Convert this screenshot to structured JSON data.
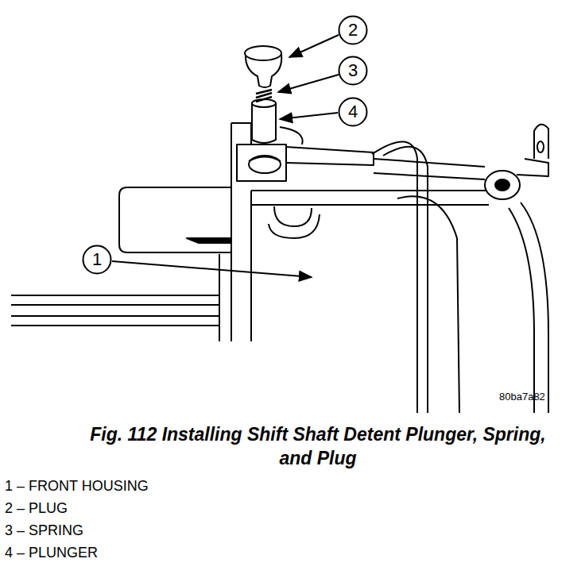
{
  "diagram": {
    "caption": "Fig. 112 Installing Shift Shaft Detent Plunger, Spring, and Plug",
    "nodes": [
      {
        "text": [
          "2"
        ]
      },
      {
        "text": [
          "3"
        ]
      },
      {
        "text": [
          "4"
        ]
      },
      {
        "text": [
          "1"
        ]
      }
    ],
    "labels": [
      "80ba7a82",
      "1 – FRONT HOUSING",
      "2 – PLUG",
      "3 – SPRING",
      "4 – PLUNGER"
    ]
  }
}
